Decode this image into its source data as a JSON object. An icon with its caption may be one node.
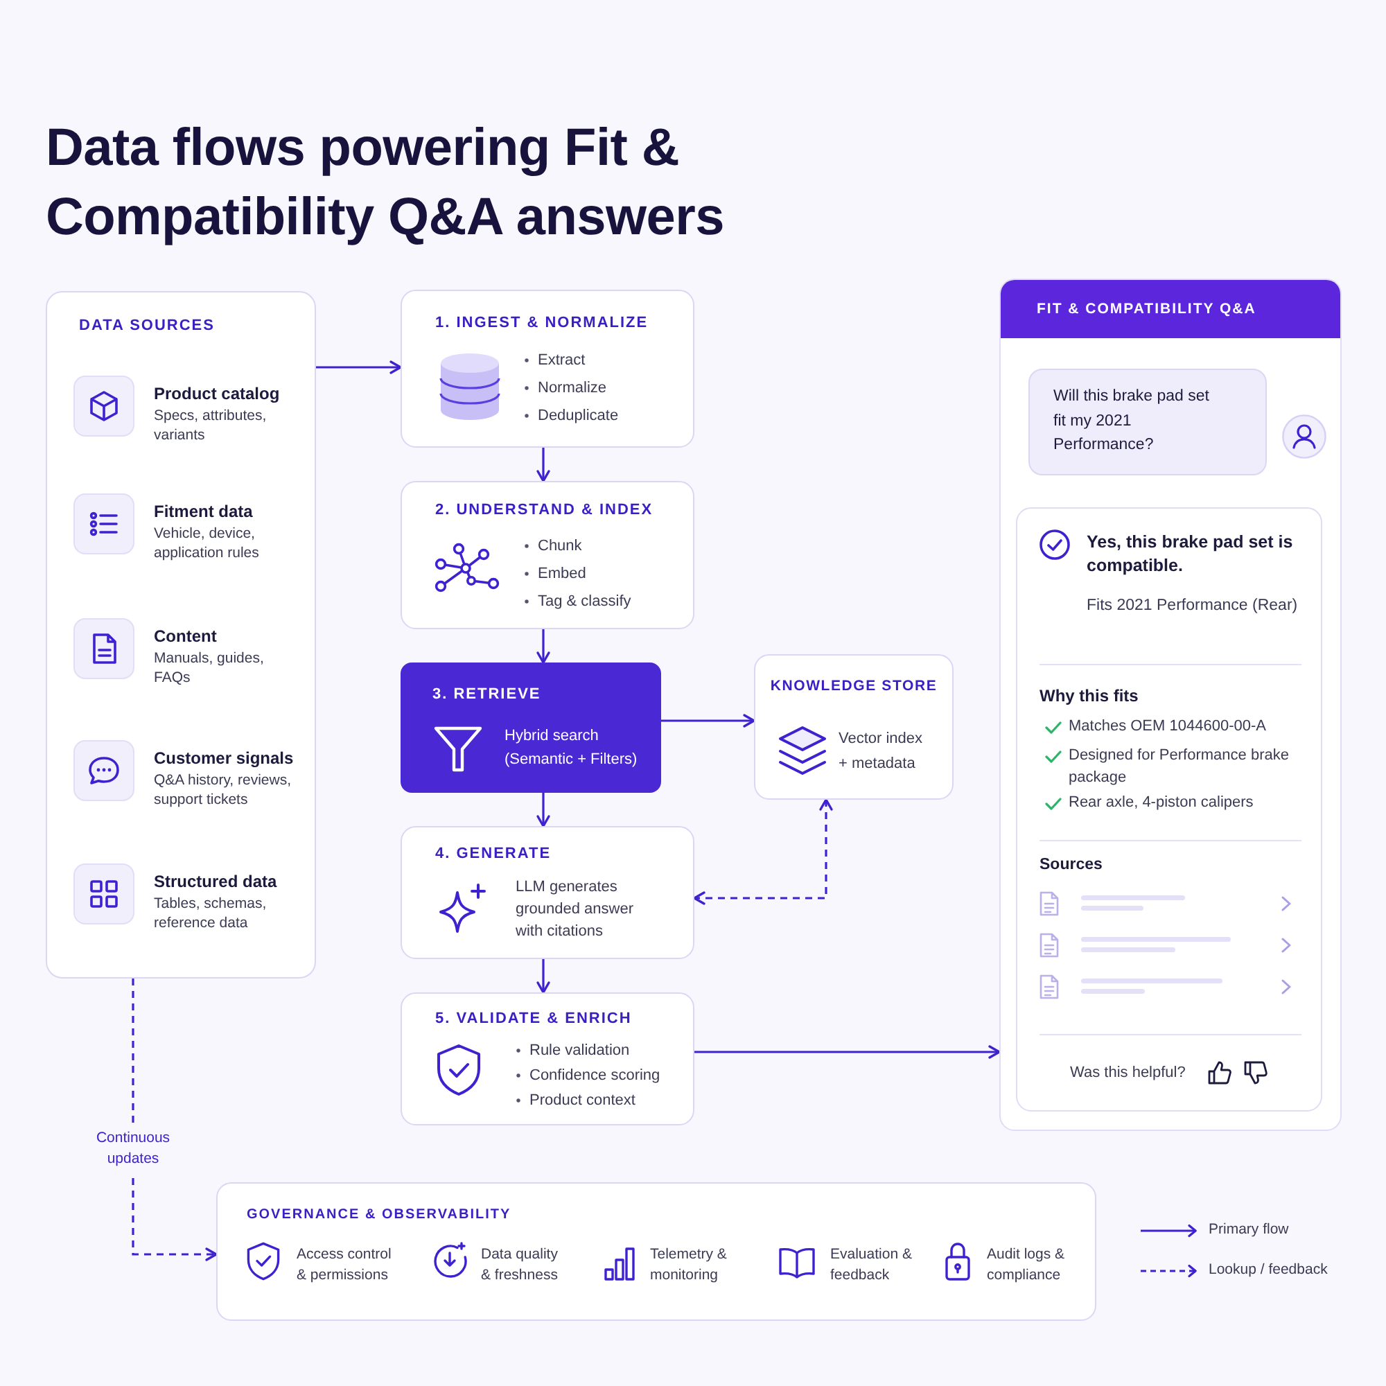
{
  "diagram": {
    "title": "Data flows powering Fit & Compatibility Q&A answers",
    "nodes": [
      {
        "text": [
          "DATA SOURCES",
          "Product catalog",
          "Specs, attributes, variants",
          "Fitment data",
          "Vehicle, device, application rules",
          "Content",
          "Manuals, guides, FAQs",
          "Customer signals",
          "Q&A history, reviews, support tickets",
          "Structured data",
          "Tables, schemas, reference data"
        ]
      },
      {
        "text": [
          "1. INGEST & NORMALIZE",
          "Extract",
          "Normalize",
          "Deduplicate"
        ]
      },
      {
        "text": [
          "2. UNDERSTAND & INDEX",
          "Chunk",
          "Embed",
          "Tag & classify"
        ]
      },
      {
        "text": [
          "3. RETRIEVE",
          "Hybrid search (Semantic + Filters)"
        ]
      },
      {
        "text": [
          "KNOWLEDGE STORE",
          "Vector index + metadata"
        ]
      },
      {
        "text": [
          "4. GENERATE",
          "LLM generates grounded answer with citations"
        ]
      },
      {
        "text": [
          "5. VALIDATE & ENRICH",
          "Rule validation",
          "Confidence scoring",
          "Product context"
        ]
      },
      {
        "text": [
          "FIT & COMPATIBILITY Q&A"
        ]
      },
      {
        "text": [
          "Will this brake pad set fit my 2021 Performance?"
        ],
        "in": 7
      },
      {
        "text": [
          "Yes, this brake pad set is compatible.",
          "Fits 2021 Performance (Rear)",
          "Why this fits",
          "Matches OEM 1044600-00-A",
          "Designed for Performance brake package",
          "Rear axle, 4-piston calipers",
          "Sources",
          "Was this helpful?"
        ],
        "in": 7
      },
      {
        "text": [
          "GOVERNANCE & OBSERVABILITY",
          "Access control & permissions",
          "Data quality & freshness",
          "Telemetry & monitoring",
          "Evaluation & feedback",
          "Audit logs & compliance"
        ]
      }
    ],
    "edges": [
      {
        "from": 0,
        "to": 1,
        "arrow": "to"
      },
      {
        "from": 1,
        "to": 2,
        "arrow": "to"
      },
      {
        "from": 2,
        "to": 3,
        "arrow": "to"
      },
      {
        "from": 3,
        "to": 4,
        "arrow": "to"
      },
      {
        "from": 3,
        "to": 5,
        "arrow": "to"
      },
      {
        "from": 4,
        "to": 5,
        "arrow": "both",
        "style": "dashed"
      },
      {
        "from": 5,
        "to": 6,
        "arrow": "to"
      },
      {
        "from": 6,
        "to": 7,
        "arrow": "to"
      },
      {
        "from": 0,
        "to": 10,
        "arrow": "to",
        "style": "dashed",
        "label": "Continuous updates"
      }
    ],
    "legend": [
      {
        "text": "Primary flow"
      },
      {
        "text": "Lookup / feedback"
      }
    ]
  }
}
